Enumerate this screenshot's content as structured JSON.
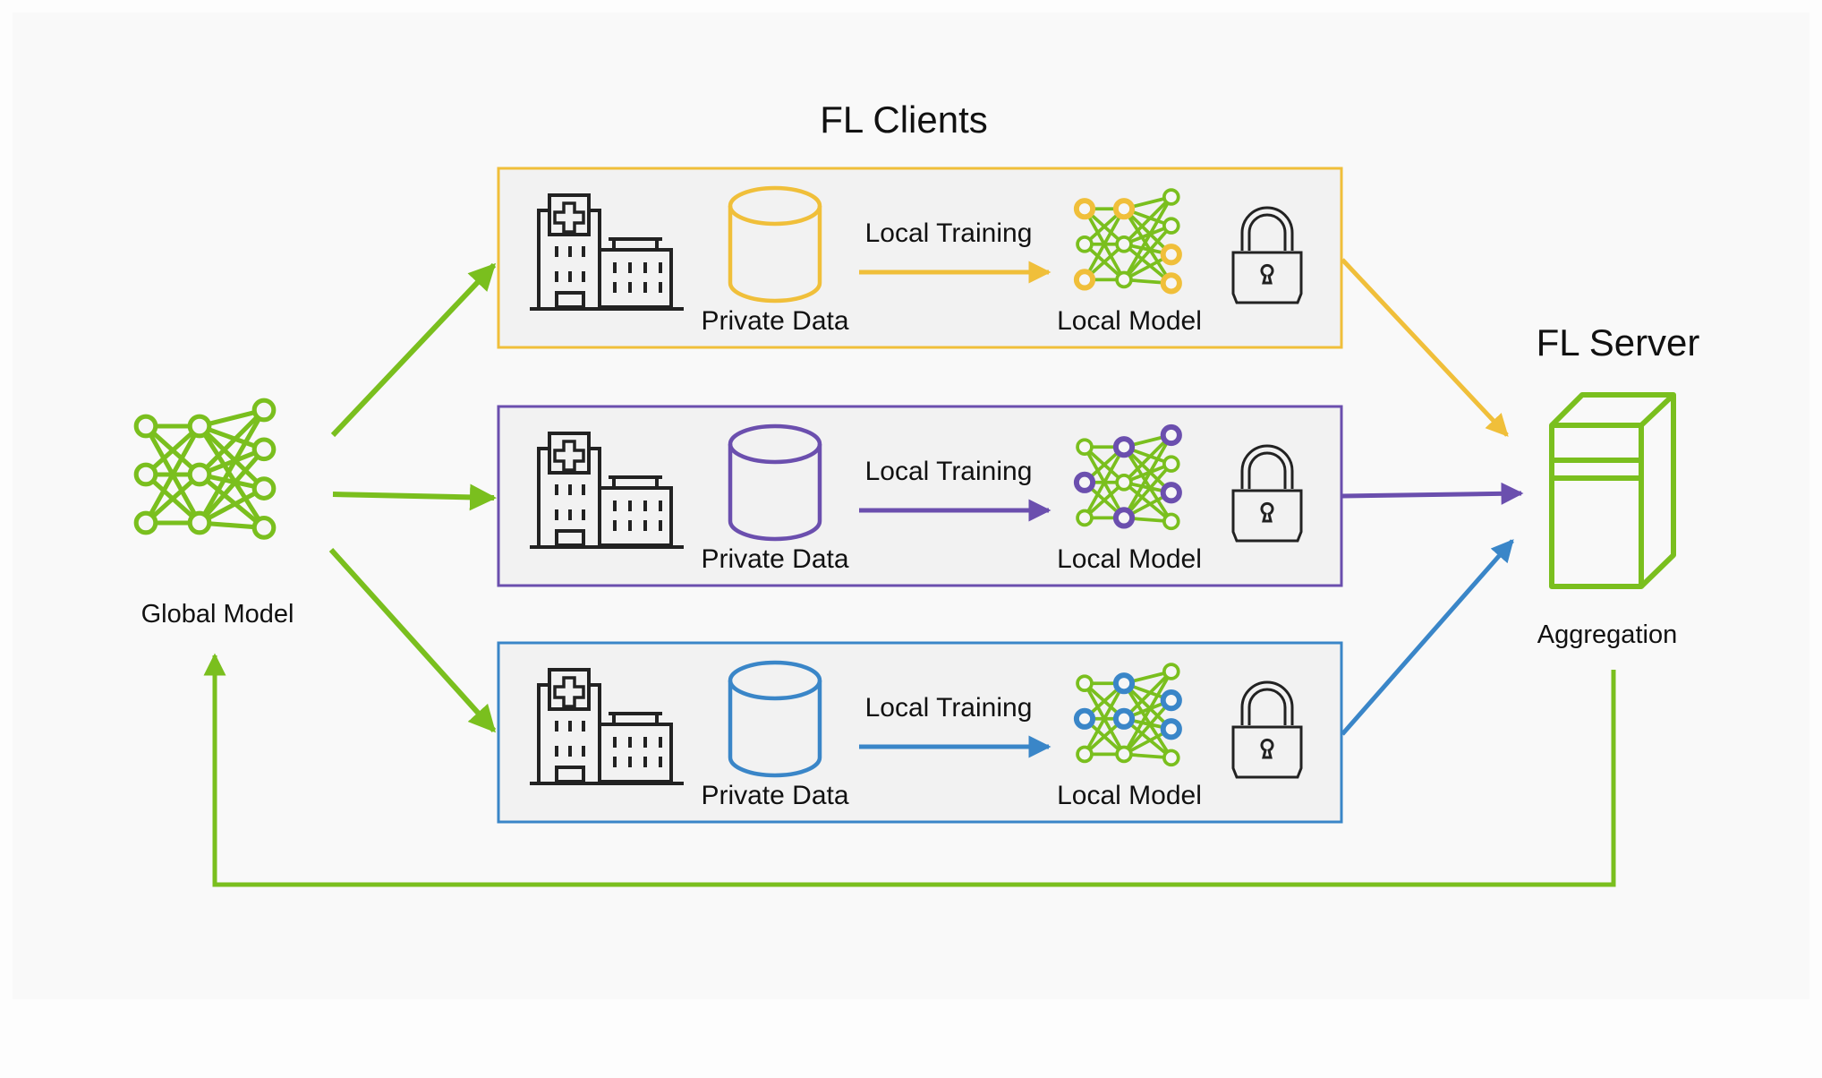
{
  "title_clients": "FL Clients",
  "title_server": "FL Server",
  "global_model": {
    "label": "Global Model",
    "color": "#7abf1e"
  },
  "server": {
    "label": "Aggregation",
    "color": "#7abf1e"
  },
  "flow_color": "#7abf1e",
  "clients": [
    {
      "name": "client-1",
      "color": "#f0bf3a",
      "data_label": "Private Data",
      "training_label": "Local Training",
      "model_label": "Local Model",
      "highlighted_nodes": {
        "input": [
          0,
          2
        ],
        "hidden": [
          0
        ],
        "output": [
          2,
          3
        ]
      }
    },
    {
      "name": "client-2",
      "color": "#6b4fae",
      "data_label": "Private Data",
      "training_label": "Local Training",
      "model_label": "Local Model",
      "highlighted_nodes": {
        "input": [
          1
        ],
        "hidden": [
          0,
          2
        ],
        "output": [
          0,
          2
        ]
      }
    },
    {
      "name": "client-3",
      "color": "#3a86c8",
      "data_label": "Private Data",
      "training_label": "Local Training",
      "model_label": "Local Model",
      "highlighted_nodes": {
        "input": [
          1
        ],
        "hidden": [
          0,
          1
        ],
        "output": [
          1,
          2
        ]
      }
    }
  ]
}
